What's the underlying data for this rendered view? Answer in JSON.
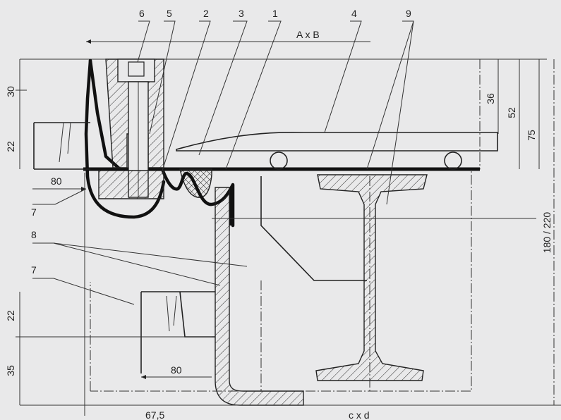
{
  "callouts": [
    "6",
    "5",
    "2",
    "3",
    "1",
    "4",
    "9",
    "7",
    "8",
    "7"
  ],
  "dimensions": {
    "top": "A x B",
    "d30": "30",
    "d22_upper": "22",
    "d80_upper": "80",
    "d36": "36",
    "d52": "52",
    "d75": "75",
    "d180_220": "180 / 220",
    "d22_lower": "22",
    "d35": "35",
    "d80_lower": "80",
    "d67_5": "67,5",
    "bottom": "c x d"
  },
  "colors": {
    "background": "#e9e9ea",
    "line": "#222222",
    "seal": "#111111"
  }
}
